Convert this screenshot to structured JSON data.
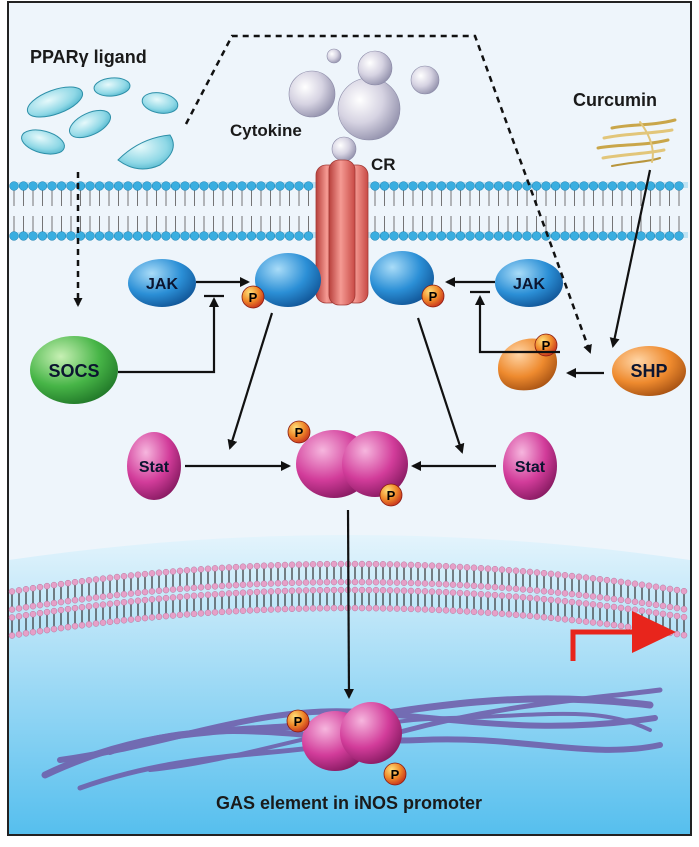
{
  "labels": {
    "ppar": "PPARγ ligand",
    "curcumin": "Curcumin",
    "cytokine": "Cytokine",
    "cr": "CR",
    "jak_left": "JAK",
    "jak_right": "JAK",
    "socs": "SOCS",
    "shp": "SHP",
    "stat_left": "Stat",
    "stat_right": "Stat",
    "phospho": "P",
    "gas": "GAS element in iNOS promoter"
  },
  "colors": {
    "cytoplasm": "#ecf4fb",
    "nucleus_top": "#d9f0fb",
    "nucleus_bottom": "#5cc2ee",
    "lipid_head": "#3aaee0",
    "nuclear_lipid": "#e6a0c8",
    "receptor": "#e86a64",
    "jak": "#1f83cf",
    "socs": "#3aa83c",
    "shp": "#e07a23",
    "stat": "#c32a8c",
    "phospho": "#e8452f",
    "dna": "#7762ad",
    "arrow_red": "#e8251c"
  }
}
